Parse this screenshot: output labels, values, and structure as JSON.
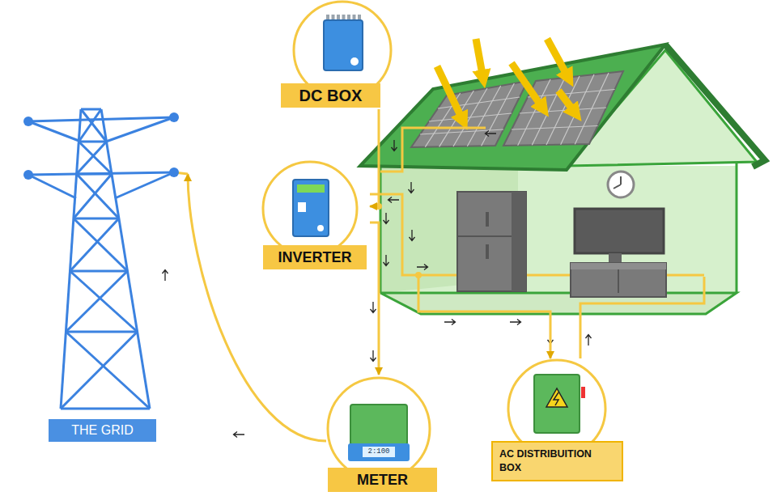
{
  "diagram": {
    "nodes": [
      {
        "text": [
          "DC BOX"
        ]
      },
      {
        "text": [
          "INVERTER"
        ]
      },
      {
        "text": [
          "THE GRID"
        ]
      },
      {
        "text": [
          "METER"
        ]
      },
      {
        "text": [
          "AC DISTRIBUITION BOX"
        ]
      }
    ],
    "edges": [
      {
        "from": 0,
        "to": 1,
        "arrow": "to"
      },
      {
        "from": 1,
        "to": 3,
        "arrow": "to"
      },
      {
        "from": 3,
        "to": 2,
        "arrow": "to"
      },
      {
        "from": 1,
        "to": 4,
        "arrow": "to"
      }
    ],
    "labels": [
      "2:100"
    ]
  }
}
